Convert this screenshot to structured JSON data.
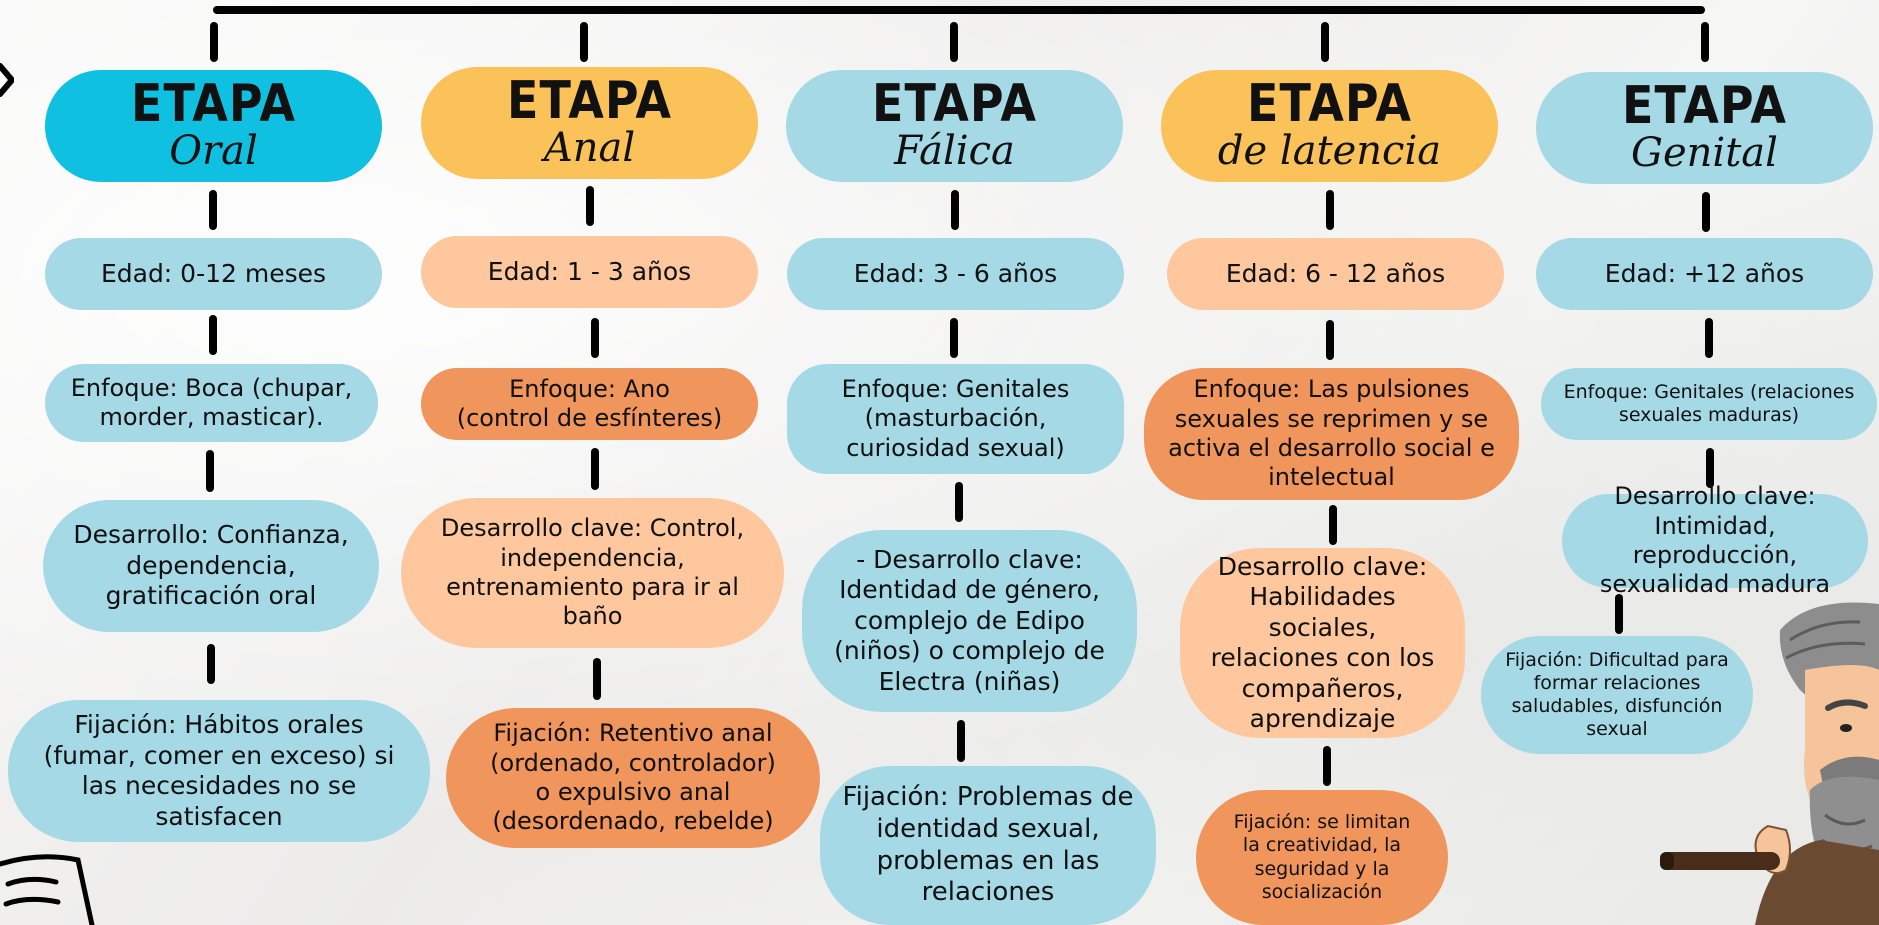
{
  "stages": [
    {
      "etapa": "ETAPA",
      "name": "Oral",
      "edad": "Edad: 0-12 meses",
      "enfoque": "Enfoque: Boca (chupar,\nmorder, masticar).",
      "desarrollo": "Desarrollo: Confianza,\ndependencia,\ngratificación oral",
      "fijacion": "Fijación: Hábitos orales\n(fumar, comer en exceso) si\nlas necesidades no se\nsatisfacen"
    },
    {
      "etapa": "ETAPA",
      "name": "Anal",
      "edad": "Edad: 1 - 3 años",
      "enfoque": "Enfoque: Ano\n(control de esfínteres)",
      "desarrollo": "Desarrollo clave: Control,\nindependencia,\nentrenamiento para ir al\nbaño",
      "fijacion": "Fijación: Retentivo anal\n(ordenado, controlador)\no expulsivo anal\n(desordenado, rebelde)"
    },
    {
      "etapa": "ETAPA",
      "name": "Fálica",
      "edad": "Edad: 3 - 6 años",
      "enfoque": "Enfoque: Genitales\n(masturbación,\ncuriosidad sexual)",
      "desarrollo": "- Desarrollo clave:\nIdentidad de género,\ncomplejo de Edipo\n(niños) o complejo de\nElectra (niñas)",
      "fijacion": "Fijación: Problemas de\nidentidad sexual,\nproblemas en las\nrelaciones"
    },
    {
      "etapa": "ETAPA",
      "name": "de latencia",
      "edad": "Edad: 6 - 12 años",
      "enfoque": "Enfoque: Las pulsiones\nsexuales se reprimen y  se\nactiva el desarrollo social e\nintelectual",
      "desarrollo": "Desarrollo clave:\nHabilidades sociales,\nrelaciones con los\ncompañeros,\naprendizaje",
      "fijacion": "Fijación: se limitan\nla creatividad, la\nseguridad y la\nsocialización"
    },
    {
      "etapa": "ETAPA",
      "name": "Genital",
      "edad": "Edad: +12 años",
      "enfoque": "Enfoque: Genitales (relaciones\nsexuales maduras)",
      "desarrollo": "Desarrollo clave:\nIntimidad, reproducción,\nsexualidad madura",
      "fijacion": "Fijación: Dificultad para\nformar relaciones\nsaludables, disfunción\nsexual"
    }
  ],
  "colors": {
    "connector": "#000000",
    "blue": "#a5d9e6",
    "cyan": "#10c0e0",
    "yellow": "#fbc25a",
    "peach": "#fec79d",
    "orange": "#f0955b"
  },
  "icons": [
    "freud-cigar-illustration",
    "notepad-icon"
  ]
}
